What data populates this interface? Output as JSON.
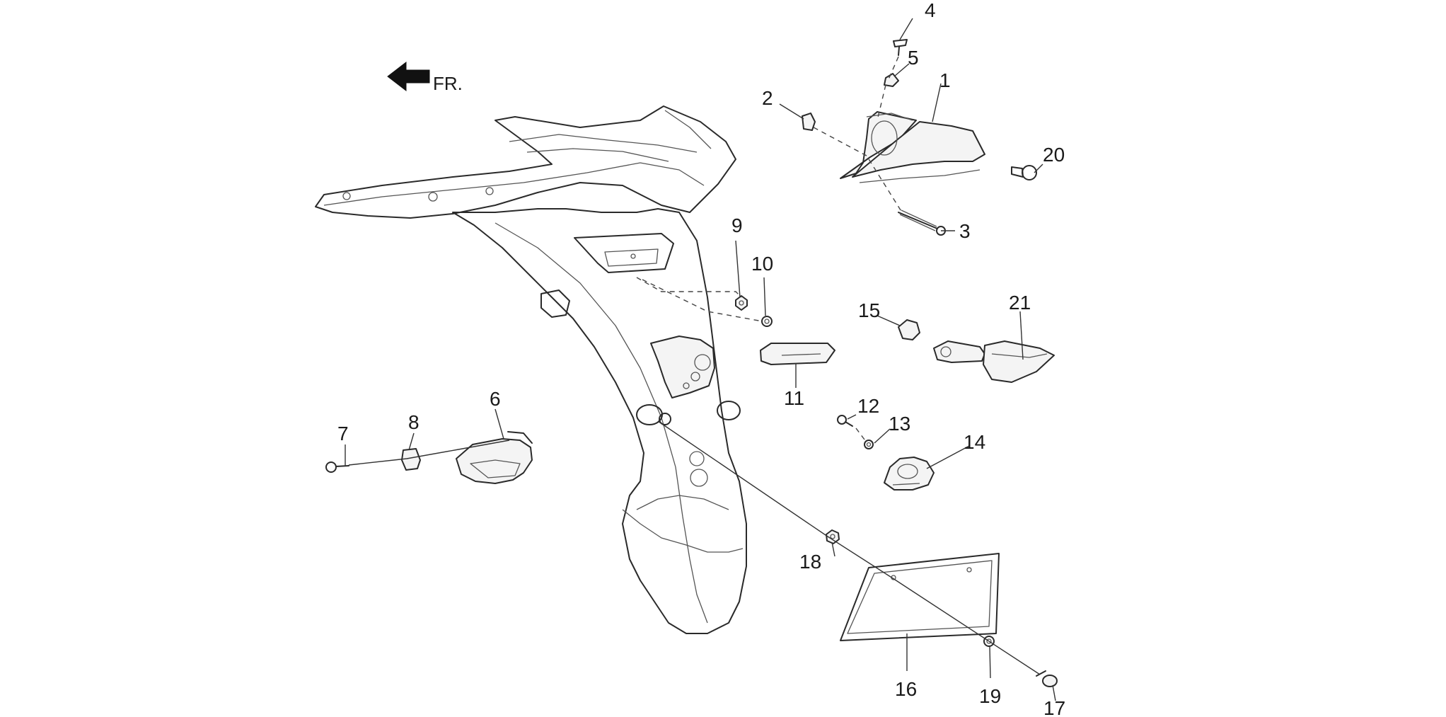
{
  "direction": {
    "label": "FR."
  },
  "callouts": [
    {
      "id": "c1",
      "label": "1"
    },
    {
      "id": "c2",
      "label": "2"
    },
    {
      "id": "c3",
      "label": "3"
    },
    {
      "id": "c4",
      "label": "4"
    },
    {
      "id": "c5",
      "label": "5"
    },
    {
      "id": "c6",
      "label": "6"
    },
    {
      "id": "c7",
      "label": "7"
    },
    {
      "id": "c8",
      "label": "8"
    },
    {
      "id": "c9",
      "label": "9"
    },
    {
      "id": "c10",
      "label": "10"
    },
    {
      "id": "c11",
      "label": "11"
    },
    {
      "id": "c12",
      "label": "12"
    },
    {
      "id": "c13",
      "label": "13"
    },
    {
      "id": "c14",
      "label": "14"
    },
    {
      "id": "c15",
      "label": "15"
    },
    {
      "id": "c16",
      "label": "16"
    },
    {
      "id": "c17",
      "label": "17"
    },
    {
      "id": "c18",
      "label": "18"
    },
    {
      "id": "c19",
      "label": "19"
    },
    {
      "id": "c20",
      "label": "20"
    },
    {
      "id": "c21",
      "label": "21"
    }
  ]
}
